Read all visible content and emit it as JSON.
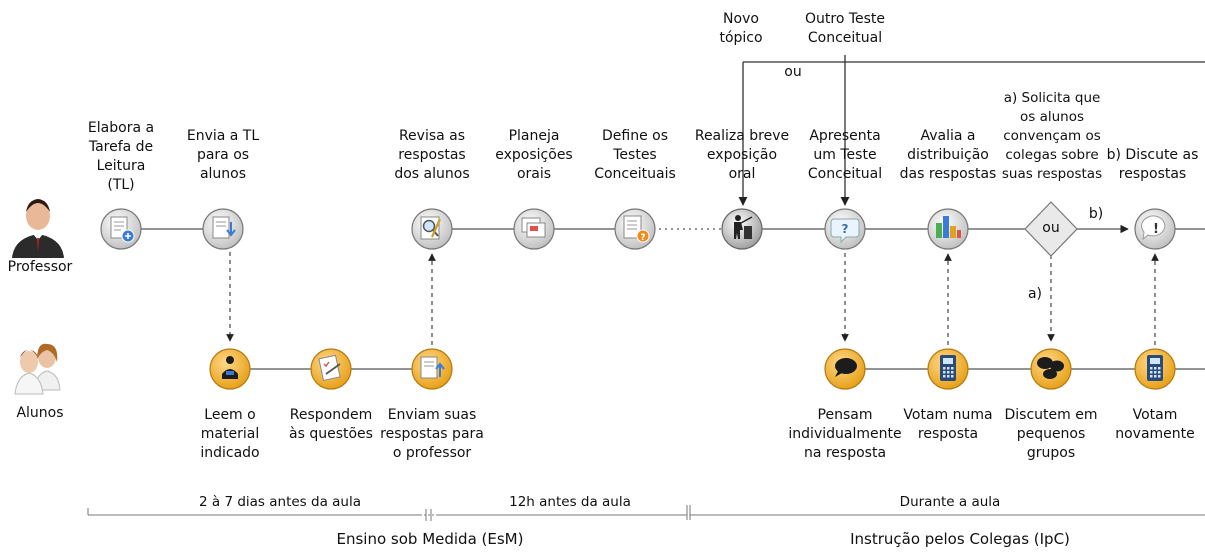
{
  "top_labels": {
    "novo_topico": "Novo\ntópico",
    "outro_teste": "Outro Teste\nConceitual",
    "ou_loop": "ou"
  },
  "actors": {
    "professor": "Professor",
    "alunos": "Alunos"
  },
  "professor_steps": [
    "Elabora a\nTarefa de\nLeitura\n(TL)",
    "Envia a TL\npara os\nalunos",
    "Revisa as\nrespostas\ndos alunos",
    "Planeja\nexposições\norais",
    "Define os\nTestes\nConceituais",
    "Realiza breve\nexposição\noral",
    "Apresenta\num Teste\nConceitual",
    "Avalia a\ndistribuição\ndas respostas",
    "a) Solicita que\nos alunos\nconvençam os\ncolegas sobre\nsuas respostas",
    "b) Discute as\nrespostas"
  ],
  "student_steps": [
    "Leem o\nmaterial\nindicado",
    "Respondem\nàs questões",
    "Enviam suas\nrespostas para\no professor",
    "Pensam\nindividualmente\nna resposta",
    "Votam numa\nresposta",
    "Discutem em\npequenos\ngrupos",
    "Votam\nnovamente"
  ],
  "decision": {
    "label": "ou",
    "branch_a": "a)",
    "branch_b": "b)"
  },
  "timeline": {
    "seg1": "2 à 7 dias antes da aula",
    "seg2": "12h antes da aula",
    "seg3": "Durante a aula"
  },
  "phases": {
    "esm": "Ensino sob Medida (EsM)",
    "ipc": "Instrução pelos Colegas (IpC)"
  },
  "colors": {
    "line": "#555555",
    "node_gray": "#d9d9d9",
    "node_gold": "#f3b030",
    "decision": "#e8e8e8"
  }
}
